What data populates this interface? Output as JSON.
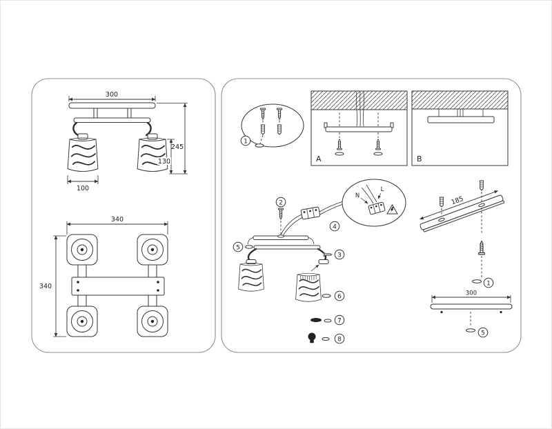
{
  "left_panel": {
    "front_view": {
      "overall_width": "300",
      "overall_height": "245",
      "shade_height": "130",
      "shade_width": "100"
    },
    "top_view": {
      "width": "340",
      "depth": "340"
    }
  },
  "right_panel": {
    "section_labels": {
      "a": "A",
      "b": "B"
    },
    "steps": {
      "s1": "1",
      "s2": "2",
      "s3": "3",
      "s4": "4",
      "s5": "5",
      "s6": "6",
      "s7": "7",
      "s8": "8"
    },
    "wiring": {
      "neutral": "N",
      "live": "L"
    },
    "bracket_length": "185",
    "cover_bar_length": "300"
  }
}
